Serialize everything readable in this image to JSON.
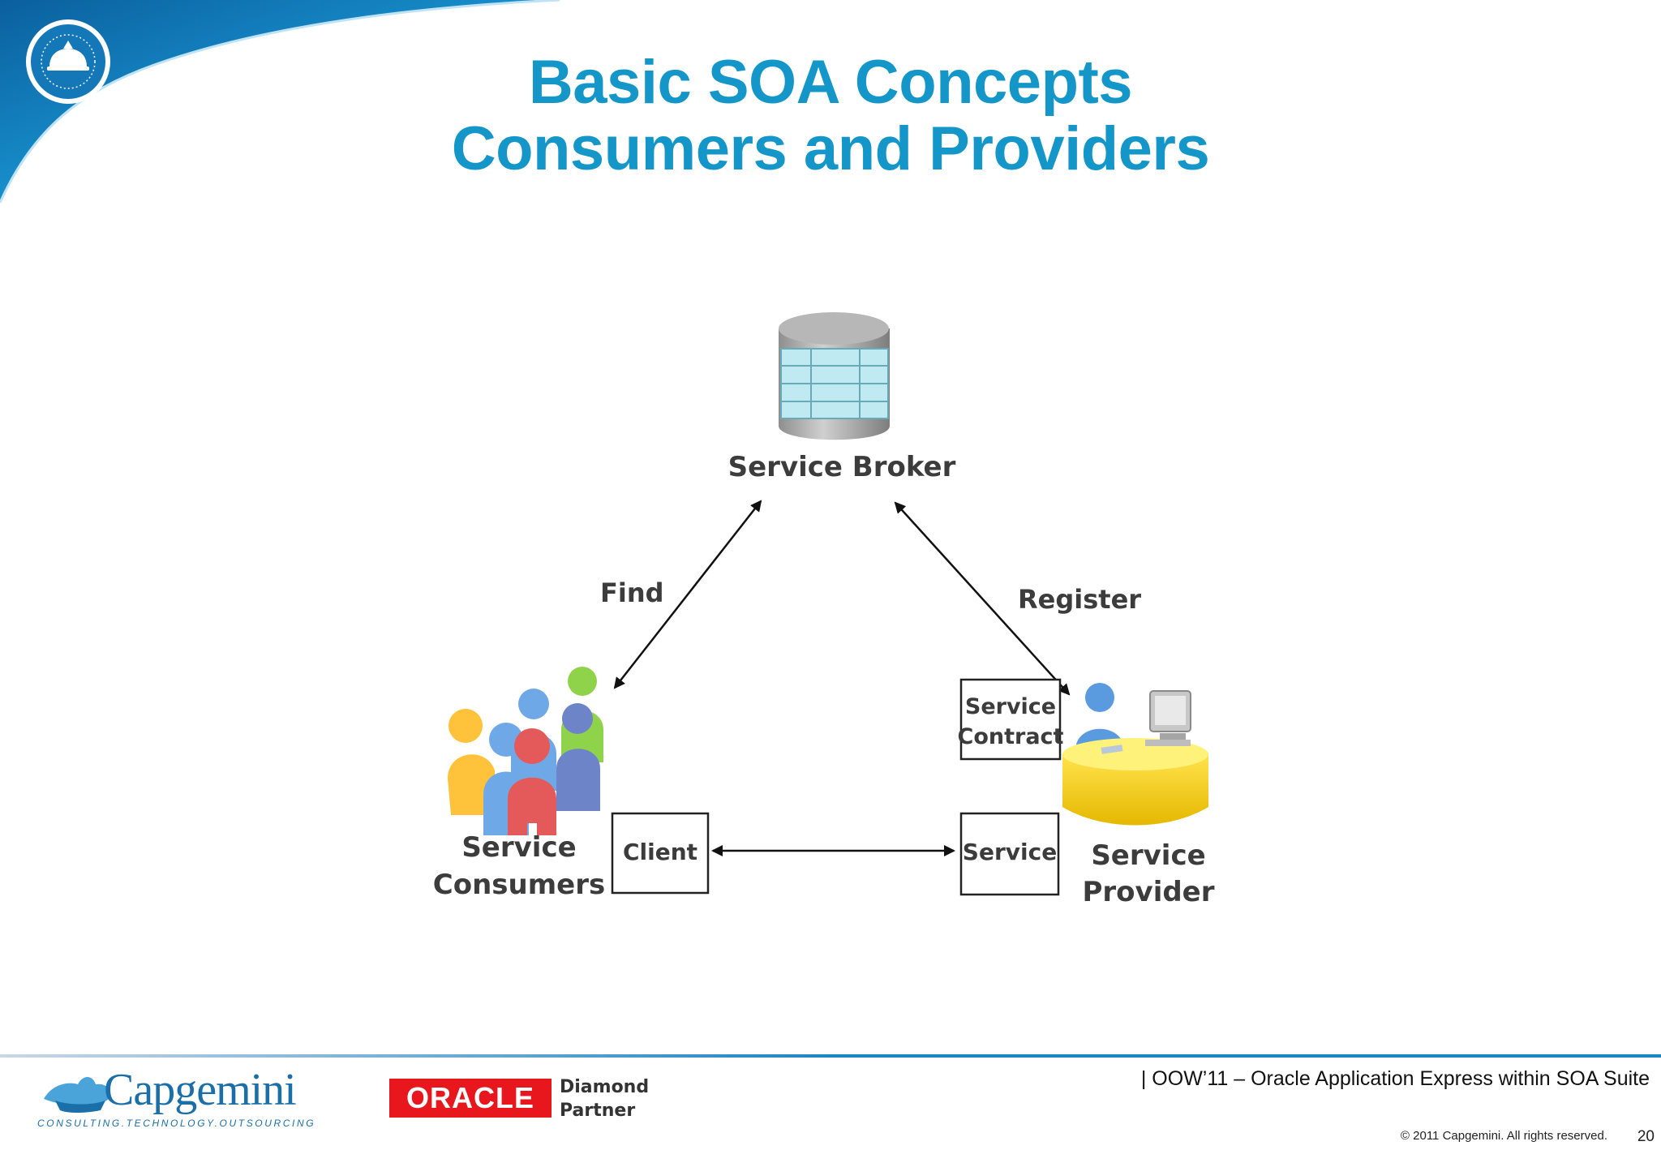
{
  "title": {
    "line1": "Basic SOA Concepts",
    "line2": "Consumers and Providers"
  },
  "diagram": {
    "broker_label": "Service Broker",
    "find_label": "Find",
    "register_label": "Register",
    "consumers_label_1": "Service",
    "consumers_label_2": "Consumers",
    "client_label": "Client",
    "service_label": "Service",
    "contract_label_1": "Service",
    "contract_label_2": "Contract",
    "provider_label_1": "Service",
    "provider_label_2": "Provider",
    "icons": [
      "database-icon",
      "people-group-icon",
      "person-at-desk-icon",
      "computer-monitor-icon"
    ]
  },
  "footer": {
    "company": "Capgemini",
    "tagline": "CONSULTING.TECHNOLOGY.OUTSOURCING",
    "oracle": "ORACLE",
    "partner_1": "Diamond",
    "partner_2": "Partner",
    "presentation": "| OOW’11 – Oracle Application Express within SOA Suite",
    "copyright": "© 2011 Capgemini. All rights reserved.",
    "page_number": "20"
  },
  "colors": {
    "title": "#1497c8",
    "accent_blue": "#1a87c4",
    "oracle_red": "#e8161d"
  }
}
